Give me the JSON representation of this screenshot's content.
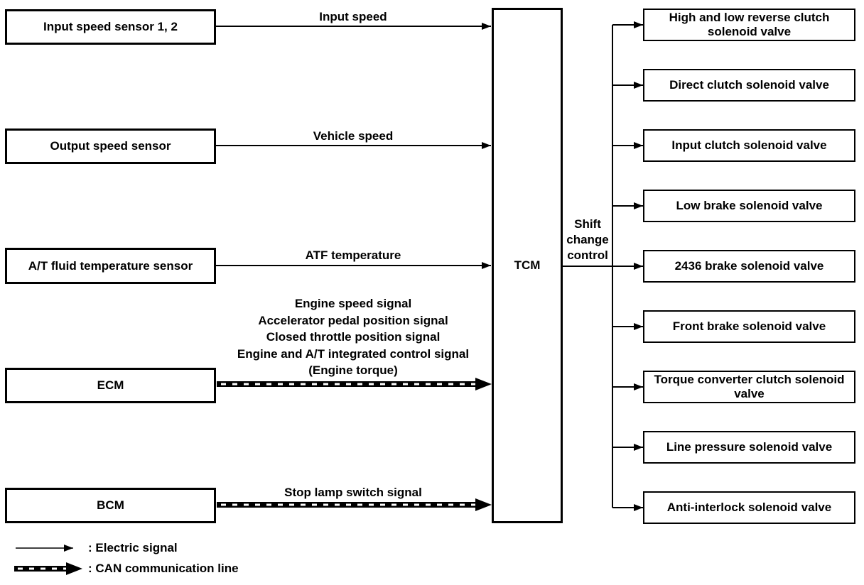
{
  "nodes": {
    "left": [
      {
        "label": "Input speed sensor 1, 2"
      },
      {
        "label": "Output speed sensor"
      },
      {
        "label": "A/T fluid temperature sensor"
      },
      {
        "label": "ECM"
      },
      {
        "label": "BCM"
      }
    ],
    "center": {
      "label": "TCM"
    },
    "right": [
      {
        "label": "High and low reverse clutch solenoid valve"
      },
      {
        "label": "Direct clutch solenoid valve"
      },
      {
        "label": "Input clutch solenoid valve"
      },
      {
        "label": "Low brake solenoid valve"
      },
      {
        "label": "2436 brake solenoid valve"
      },
      {
        "label": "Front brake solenoid valve"
      },
      {
        "label": "Torque converter clutch solenoid valve"
      },
      {
        "label": "Line pressure solenoid valve"
      },
      {
        "label": "Anti-interlock solenoid valve"
      }
    ]
  },
  "signals": {
    "input_speed": "Input speed",
    "vehicle_speed": "Vehicle speed",
    "atf_temperature": "ATF temperature",
    "ecm_lines": [
      "Engine speed signal",
      "Accelerator pedal position signal",
      "Closed throttle position signal",
      "Engine and A/T integrated control signal",
      "(Engine torque)"
    ],
    "stop_lamp": "Stop lamp switch signal",
    "shift_change_control": "Shift change control"
  },
  "legend": {
    "electric": ": Electric signal",
    "can": ": CAN communication line"
  },
  "colors": {
    "line": "#000000",
    "background": "#ffffff"
  }
}
